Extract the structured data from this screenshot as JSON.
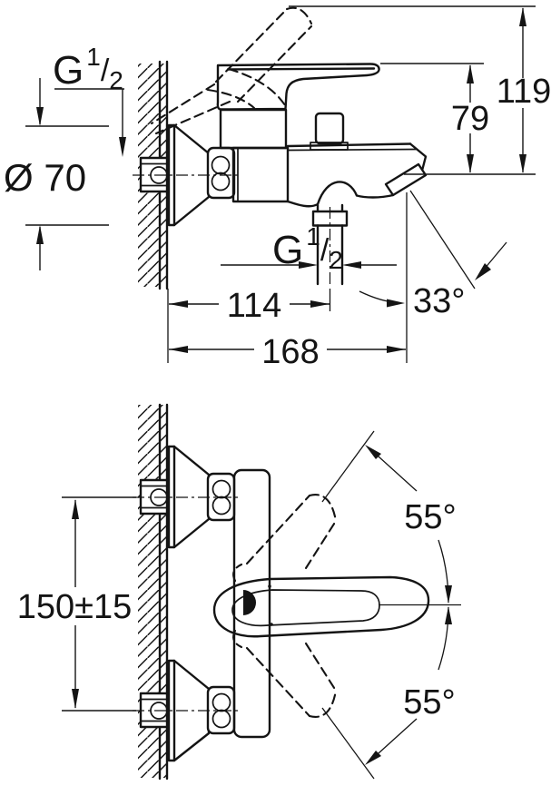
{
  "colors": {
    "line": "#141414",
    "background": "#ffffff"
  },
  "side_view": {
    "thread_top": {
      "prefix": "G",
      "numerator": "1",
      "slash": "/",
      "denominator": "2"
    },
    "escutcheon_diameter": "Ø 70",
    "overall_height": "119",
    "top_to_outlet_height": "79",
    "outlet_thread": {
      "prefix": "G",
      "numerator": "1",
      "slash": "/",
      "denominator": "2"
    },
    "wall_to_outlet": "114",
    "wall_to_spout_tip": "168",
    "spout_angle": "33°"
  },
  "plan_view": {
    "inlet_center_distance": "150±15",
    "lever_swivel_upper": "55°",
    "lever_swivel_lower": "55°"
  }
}
